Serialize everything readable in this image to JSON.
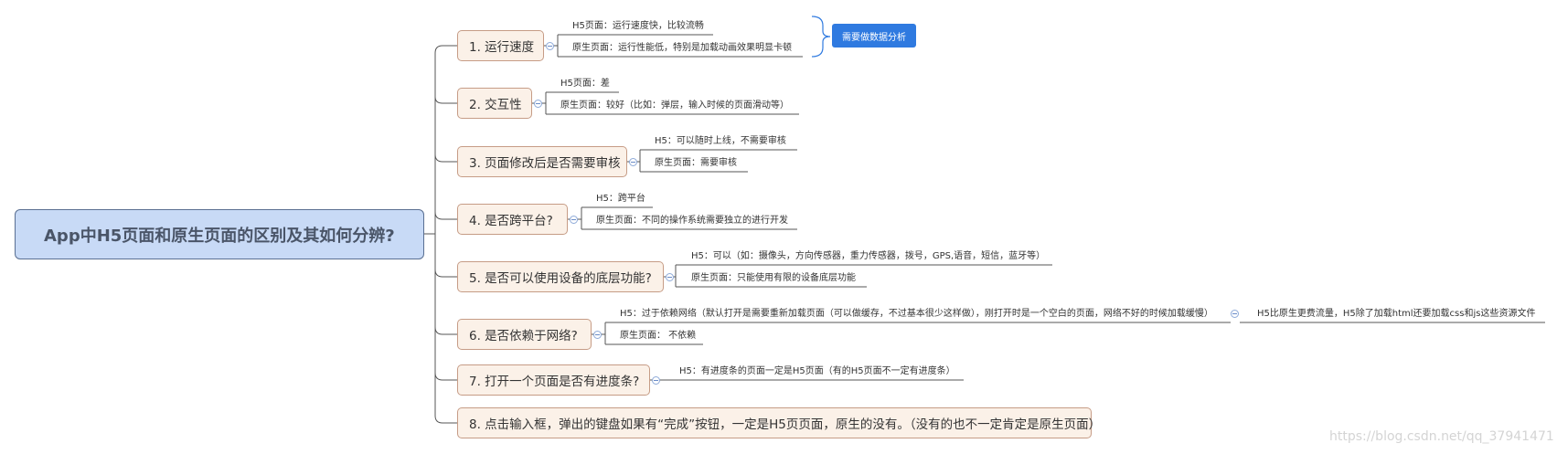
{
  "root": {
    "label": "App中H5页面和原生页面的区别及其如何分辨?"
  },
  "topics": [
    {
      "label": "1. 运行速度",
      "leaves": [
        "H5页面：运行速度快，比较流畅",
        "原生页面：运行性能低，特别是加载动画效果明显卡顿"
      ]
    },
    {
      "label": "2. 交互性",
      "leaves": [
        "H5页面：差",
        "原生页面：较好（比如：弹层，输入时候的页面滑动等）"
      ]
    },
    {
      "label": "3. 页面修改后是否需要审核",
      "leaves": [
        "H5：可以随时上线，不需要审核",
        "原生页面：需要审核"
      ]
    },
    {
      "label": "4. 是否跨平台?",
      "leaves": [
        "H5：跨平台",
        "原生页面：不同的操作系统需要独立的进行开发"
      ]
    },
    {
      "label": "5. 是否可以使用设备的底层功能?",
      "leaves": [
        "H5：可以（如：摄像头，方向传感器，重力传感器，拨号，GPS,语音，短信，蓝牙等）",
        "原生页面：只能使用有限的设备底层功能"
      ]
    },
    {
      "label": "6. 是否依赖于网络?",
      "leaves": [
        "H5：过于依赖网络（默认打开是需要重新加载页面（可以做缓存，不过基本很少这样做），刚打开时是一个空白的页面，网络不好的时候加载缓慢）",
        "原生页面：  不依赖"
      ]
    },
    {
      "label": "7. 打开一个页面是否有进度条?",
      "leaves": [
        "H5：有进度条的页面一定是H5页面（有的H5页面不一定有进度条）"
      ]
    },
    {
      "label": "8. 点击输入框，弹出的键盘如果有“完成”按钮，一定是H5页页面，原生的没有。（没有的也不一定肯定是原生页面）",
      "leaves": []
    }
  ],
  "callout": {
    "label": "需要做数据分析"
  },
  "sub_note": {
    "label": "H5比原生更费流量，H5除了加载html还要加载css和js这些资源文件"
  },
  "watermark": {
    "text": "https://blog.csdn.net/qq_37941471"
  },
  "colors": {
    "root_fill": "#c8daf6",
    "root_border": "#5a6f92",
    "topic_fill": "#fbf1e8",
    "topic_border": "#c69c86",
    "line": "#555555",
    "callout": "#2f7ae0",
    "brace": "#2f7ae0"
  }
}
